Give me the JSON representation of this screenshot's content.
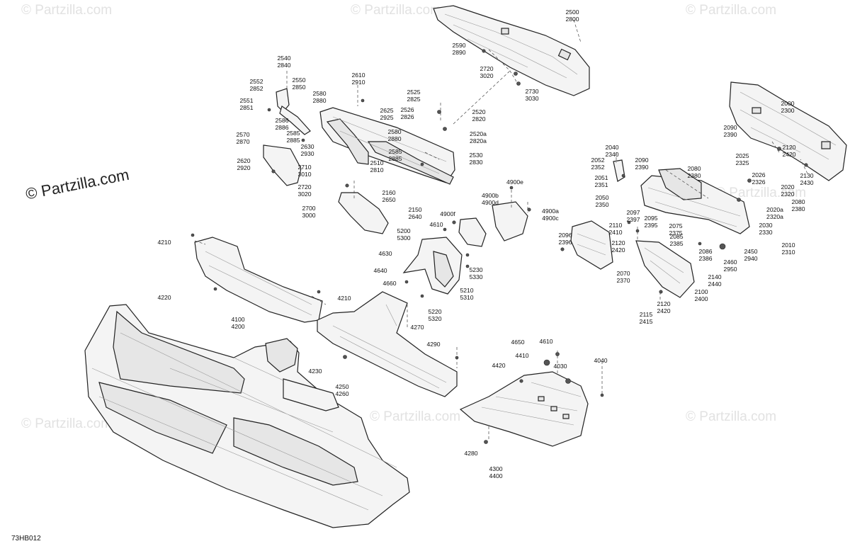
{
  "brand": {
    "logo_text": "© Partzilla.com",
    "watermark_text": "© Partzilla.com"
  },
  "diagram_code": "73HB012",
  "callouts": [
    {
      "top": "2500",
      "bottom": "2800"
    },
    {
      "top": "2590",
      "bottom": "2890"
    },
    {
      "top": "2720",
      "bottom": "3020"
    },
    {
      "top": "2730",
      "bottom": "3030"
    },
    {
      "top": "2540",
      "bottom": "2840"
    },
    {
      "top": "2610",
      "bottom": "2910"
    },
    {
      "top": "2552",
      "bottom": "2852"
    },
    {
      "top": "2550",
      "bottom": "2850"
    },
    {
      "top": "2551",
      "bottom": "2851"
    },
    {
      "top": "2580",
      "bottom": "2880"
    },
    {
      "top": "2525",
      "bottom": "2825"
    },
    {
      "top": "2526",
      "bottom": "2826"
    },
    {
      "top": "2520",
      "bottom": "2820"
    },
    {
      "top": "2625",
      "bottom": "2925"
    },
    {
      "top": "2586",
      "bottom": "2886"
    },
    {
      "top": "2570",
      "bottom": "2870"
    },
    {
      "top": "2585",
      "bottom": "2885"
    },
    {
      "top": "2520a",
      "bottom": "2820a"
    },
    {
      "top": "2580",
      "bottom": "2880"
    },
    {
      "top": "2630",
      "bottom": "2930"
    },
    {
      "top": "2585",
      "bottom": "2885"
    },
    {
      "top": "2530",
      "bottom": "2830"
    },
    {
      "top": "2620",
      "bottom": "2920"
    },
    {
      "top": "2710",
      "bottom": "3010"
    },
    {
      "top": "2510",
      "bottom": "2810"
    },
    {
      "top": "2720",
      "bottom": "3020"
    },
    {
      "top": "2160",
      "bottom": "2650"
    },
    {
      "top": "2700",
      "bottom": "3000"
    },
    {
      "top": "2150",
      "bottom": "2640"
    },
    {
      "top": "4900e",
      "bottom": ""
    },
    {
      "top": "4900b",
      "bottom": "4900d"
    },
    {
      "top": "4900f",
      "bottom": ""
    },
    {
      "top": "4900a",
      "bottom": "4900c"
    },
    {
      "top": "4610",
      "bottom": ""
    },
    {
      "top": "5200",
      "bottom": "5300"
    },
    {
      "top": "4210",
      "bottom": ""
    },
    {
      "top": "4630",
      "bottom": ""
    },
    {
      "top": "4640",
      "bottom": ""
    },
    {
      "top": "5230",
      "bottom": "5330"
    },
    {
      "top": "4660",
      "bottom": ""
    },
    {
      "top": "5210",
      "bottom": "5310"
    },
    {
      "top": "4220",
      "bottom": ""
    },
    {
      "top": "4210",
      "bottom": ""
    },
    {
      "top": "4100",
      "bottom": "4200"
    },
    {
      "top": "5220",
      "bottom": "5320"
    },
    {
      "top": "4270",
      "bottom": ""
    },
    {
      "top": "4290",
      "bottom": ""
    },
    {
      "top": "4230",
      "bottom": ""
    },
    {
      "top": "4250",
      "bottom": "4260"
    },
    {
      "top": "4610",
      "bottom": ""
    },
    {
      "top": "4650",
      "bottom": ""
    },
    {
      "top": "4410",
      "bottom": ""
    },
    {
      "top": "4030",
      "bottom": ""
    },
    {
      "top": "4420",
      "bottom": ""
    },
    {
      "top": "4040",
      "bottom": ""
    },
    {
      "top": "4280",
      "bottom": ""
    },
    {
      "top": "4300",
      "bottom": "4400"
    },
    {
      "top": "2000",
      "bottom": "2300"
    },
    {
      "top": "2090",
      "bottom": "2390"
    },
    {
      "top": "2040",
      "bottom": "2340"
    },
    {
      "top": "2052",
      "bottom": "2352"
    },
    {
      "top": "2090",
      "bottom": "2390"
    },
    {
      "top": "2120",
      "bottom": "2420"
    },
    {
      "top": "2025",
      "bottom": "2325"
    },
    {
      "top": "2080",
      "bottom": "2380"
    },
    {
      "top": "2051",
      "bottom": "2351"
    },
    {
      "top": "2026",
      "bottom": "2326"
    },
    {
      "top": "2130",
      "bottom": "2430"
    },
    {
      "top": "2020",
      "bottom": "2320"
    },
    {
      "top": "2050",
      "bottom": "2350"
    },
    {
      "top": "2080",
      "bottom": "2380"
    },
    {
      "top": "2097",
      "bottom": "2397"
    },
    {
      "top": "2020a",
      "bottom": "2320a"
    },
    {
      "top": "2110",
      "bottom": "2410"
    },
    {
      "top": "2095",
      "bottom": "2395"
    },
    {
      "top": "2030",
      "bottom": "2330"
    },
    {
      "top": "2075",
      "bottom": "2375"
    },
    {
      "top": "2096",
      "bottom": "2396"
    },
    {
      "top": "2120",
      "bottom": "2420"
    },
    {
      "top": "2085",
      "bottom": "2385"
    },
    {
      "top": "2010",
      "bottom": "2310"
    },
    {
      "top": "2086",
      "bottom": "2386"
    },
    {
      "top": "2450",
      "bottom": "2940"
    },
    {
      "top": "2460",
      "bottom": "2950"
    },
    {
      "top": "2070",
      "bottom": "2370"
    },
    {
      "top": "2140",
      "bottom": "2440"
    },
    {
      "top": "2100",
      "bottom": "2400"
    },
    {
      "top": "2120",
      "bottom": "2420"
    },
    {
      "top": "2115",
      "bottom": "2415"
    }
  ]
}
